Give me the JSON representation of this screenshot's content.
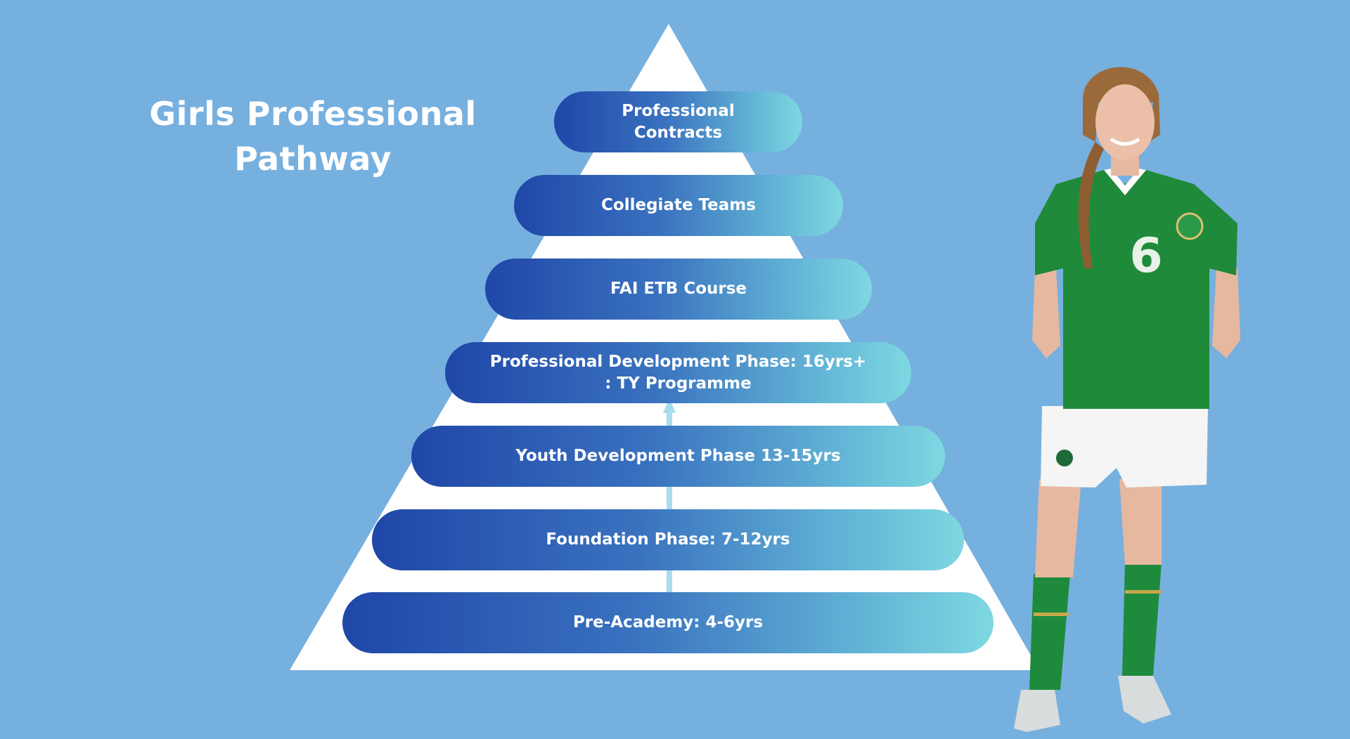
{
  "title": {
    "line1": "Girls Professional",
    "line2": "Pathway"
  },
  "pyramid": {
    "tiers": [
      {
        "line1": "Professional Contracts",
        "line2": ""
      },
      {
        "line1": "Collegiate Teams",
        "line2": ""
      },
      {
        "line1": "FAI ETB Course",
        "line2": ""
      },
      {
        "line1": "Professional Development Phase: 16yrs+",
        "line2": ": TY Programme"
      },
      {
        "line1": "Youth Development Phase 13-15yrs",
        "line2": ""
      },
      {
        "line1": "Foundation Phase: 7-12yrs",
        "line2": ""
      },
      {
        "line1": "Pre-Academy: 4-6yrs",
        "line2": ""
      }
    ]
  },
  "player": {
    "shirt_number": "6"
  },
  "colors": {
    "background": "#76b0df",
    "pyramid": "#ffffff",
    "tier_gradient_start": "#1f47a8",
    "tier_gradient_end": "#7ed8e0",
    "arrow": "#a9dcef",
    "jersey_green": "#1f8a3a"
  }
}
